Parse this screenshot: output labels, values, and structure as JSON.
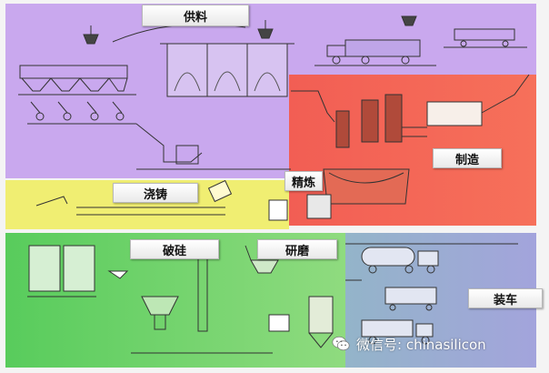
{
  "stages": {
    "supply": "供料",
    "smelting": "制造",
    "refining": "精炼",
    "casting": "浇铸",
    "crushing": "破硅",
    "grinding": "研磨",
    "loading": "装车"
  },
  "watermark": {
    "text": "微信号: chinasilicon",
    "icon": "wechat-icon"
  },
  "colors": {
    "supply": "#c9a8ee",
    "smelting": "#f4665a",
    "casting": "#f0ee72",
    "crushing": "#6fd36f",
    "loading": "#9fa7d8"
  }
}
